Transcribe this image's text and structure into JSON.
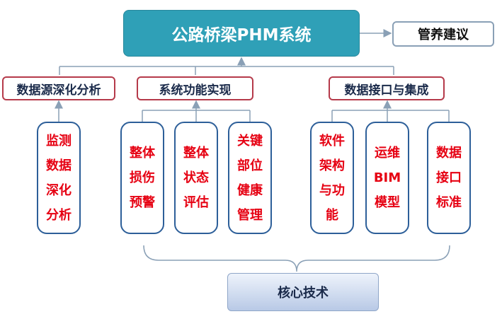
{
  "title": "公路桥梁PHM系统",
  "output": "管养建议",
  "core": "核心技术",
  "categories": [
    {
      "label": "数据源深化分析",
      "items": [
        "监测数据深化分析"
      ]
    },
    {
      "label": "系统功能实现",
      "items": [
        "整体损伤预警",
        "整体状态评估",
        "关键部位健康管理"
      ]
    },
    {
      "label": "数据接口与集成",
      "items": [
        "软件架构与功能",
        "运维BIM模型",
        "数据接口标准"
      ]
    }
  ],
  "colors": {
    "title_fill": "#2fa0b7",
    "category_border": "#b53a4a",
    "leaf_border": "#2d5f99",
    "leaf_text": "#e60012",
    "connector": "#8aa0b6"
  }
}
